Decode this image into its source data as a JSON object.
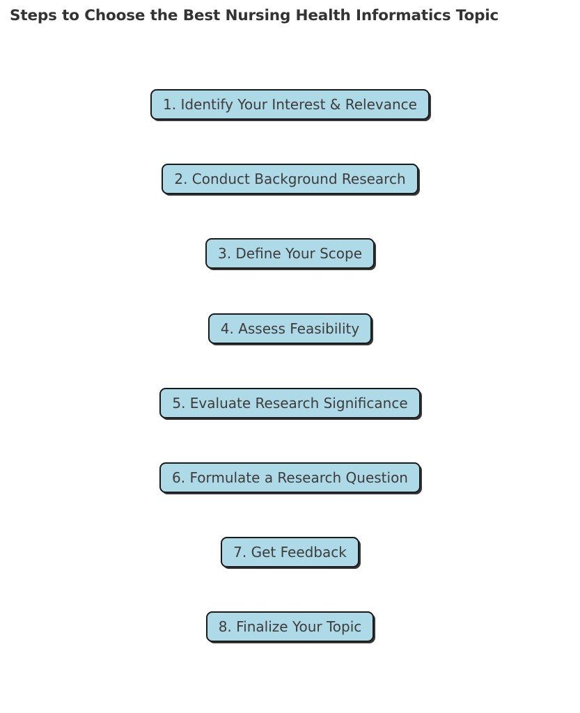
{
  "page": {
    "title": "Steps to Choose the Best Nursing Health Informatics Topic",
    "background_color": "#ffffff",
    "title_color": "#333333"
  },
  "chart_data": {
    "type": "diagram",
    "diagram_type": "vertical-flowchart",
    "title": "Steps to Choose the Best Nursing Health Informatics Topic",
    "node_fill_color": "#aed9e6",
    "node_border_color": "#1a1a1a",
    "node_text_color": "#3c3c3c",
    "orientation": "top-to-bottom",
    "connectors": "none",
    "node_count": 8,
    "nodes": [
      {
        "index": 1,
        "label": "1. Identify Your Interest & Relevance"
      },
      {
        "index": 2,
        "label": "2. Conduct Background Research"
      },
      {
        "index": 3,
        "label": "3. Define Your Scope"
      },
      {
        "index": 4,
        "label": "4. Assess Feasibility"
      },
      {
        "index": 5,
        "label": "5. Evaluate Research Significance"
      },
      {
        "index": 6,
        "label": "6. Formulate a Research Question"
      },
      {
        "index": 7,
        "label": "7. Get Feedback"
      },
      {
        "index": 8,
        "label": "8. Finalize Your Topic"
      }
    ]
  }
}
